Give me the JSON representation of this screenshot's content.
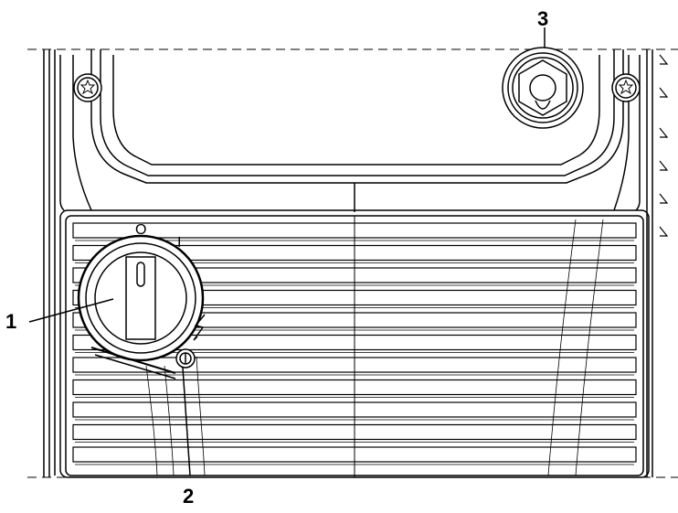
{
  "callouts": [
    {
      "id": "1",
      "label": "1"
    },
    {
      "id": "2",
      "label": "2"
    },
    {
      "id": "3",
      "label": "3"
    }
  ],
  "switch_markings": {
    "off_label": "O",
    "on_label": "I"
  },
  "colors": {
    "line": "#000000",
    "background": "#ffffff"
  }
}
